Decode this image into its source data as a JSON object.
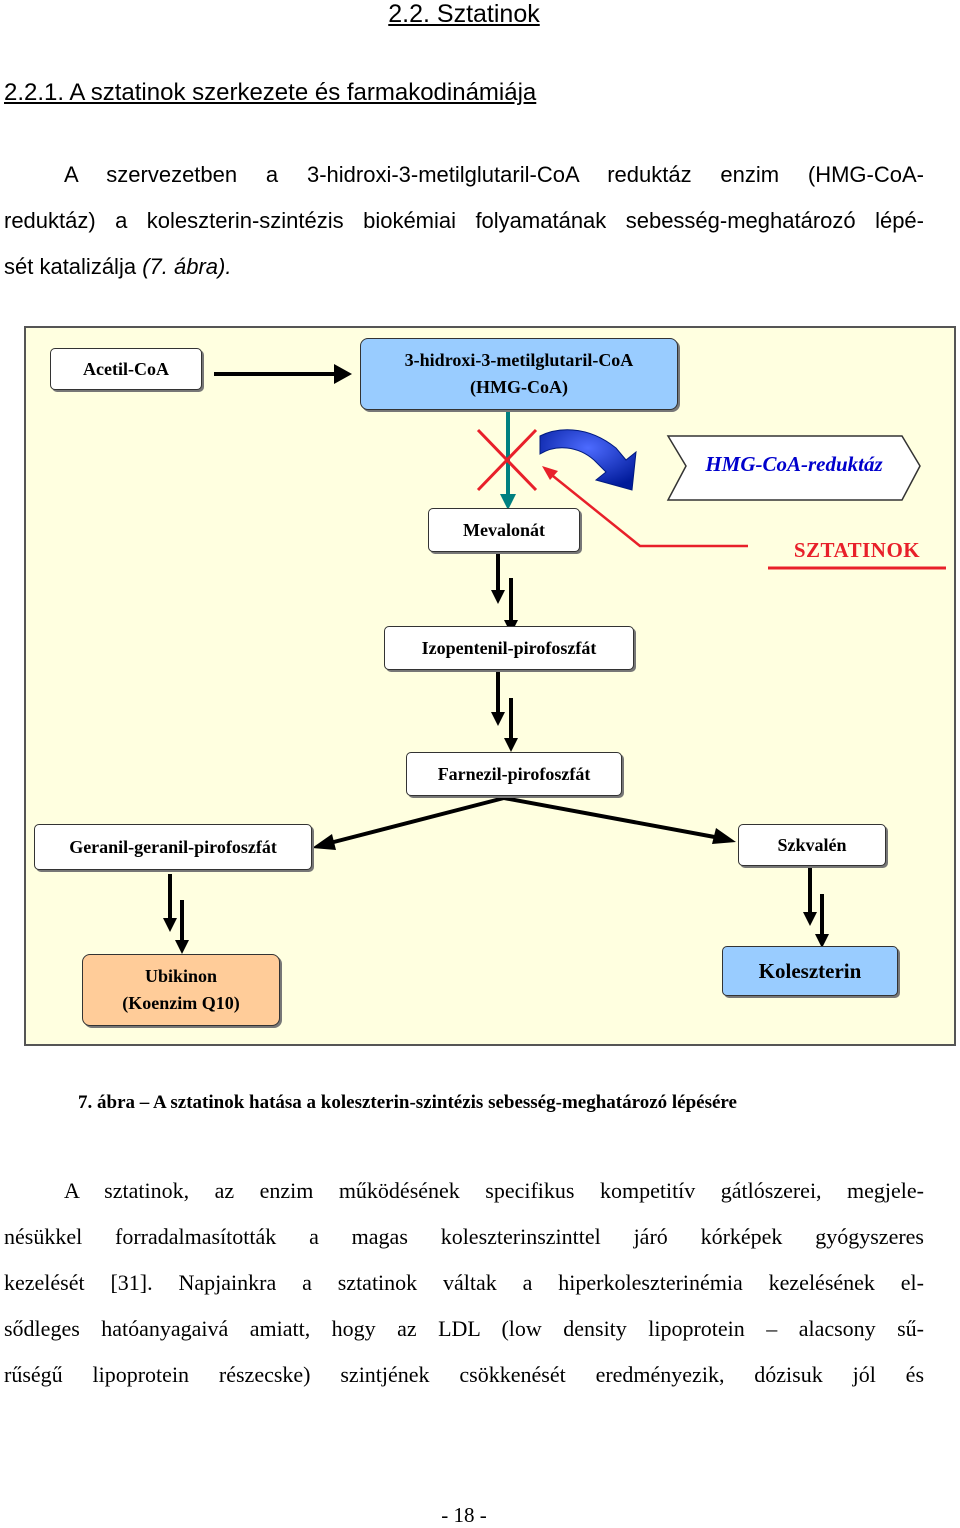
{
  "header": {
    "section_title": "2.2. Sztatinok",
    "subsection_title": "2.2.1. A sztatinok szerkezete és farmakodinámiája"
  },
  "intro": {
    "lines": [
      "A szervezetben a 3-hidroxi-3-metilglutaril-CoA reduktáz enzim (HMG-CoA-",
      "reduktáz) a koleszterin-szintézis biokémiai folyamatának sebesség-meghatározó lépé-"
    ],
    "last_line_text": "sét katalizálja ",
    "figure_ref": "(7. ábra)."
  },
  "diagram": {
    "nodes": {
      "acetil": "Acetil-CoA",
      "hmg_line1": "3-hidroxi-3-metilglutaril-CoA",
      "hmg_line2": "(HMG-CoA)",
      "reductase": "HMG-CoA-reduktáz",
      "statins": "SZTATINOK",
      "mevalonat": "Mevalonát",
      "izopentenil": "Izopentenil-pirofoszfát",
      "farnezil": "Farnezil-pirofoszfát",
      "geranil": "Geranil-geranil-pirofoszfát",
      "szkvalen": "Szkvalén",
      "ubikinon_line1": "Ubikinon",
      "ubikinon_line2": "(Koenzim Q10)",
      "koleszterin": "Koleszterin"
    },
    "colors": {
      "background": "#ffffe0",
      "blue_box": "#99ccff",
      "orange_box": "#ffcc99",
      "enzyme_arrow": "#0033cc",
      "enzyme_text": "#0000cc",
      "inhibition": "#e8202a",
      "main_arrow": "#008080"
    }
  },
  "caption": "7. ábra – A sztatinok hatása a koleszterin-szintézis sebesség-meghatározó lépésére",
  "body": {
    "lines": [
      "A sztatinok, az enzim működésének specifikus kompetitív gátlószerei, megjele-",
      "nésükkel forradalmasították a magas koleszterinszinttel járó kórképek gyógyszeres",
      "kezelését [31]. Napjainkra a sztatinok váltak a hiperkoleszterinémia kezelésének el-",
      "sődleges hatóanyagaivá amiatt, hogy az LDL (low density lipoprotein – alacsony sű-",
      "rűségű lipoprotein részecske) szintjének csökkenését eredményezik, dózisuk jól és"
    ]
  },
  "footer": {
    "page_number": "- 18 -"
  }
}
